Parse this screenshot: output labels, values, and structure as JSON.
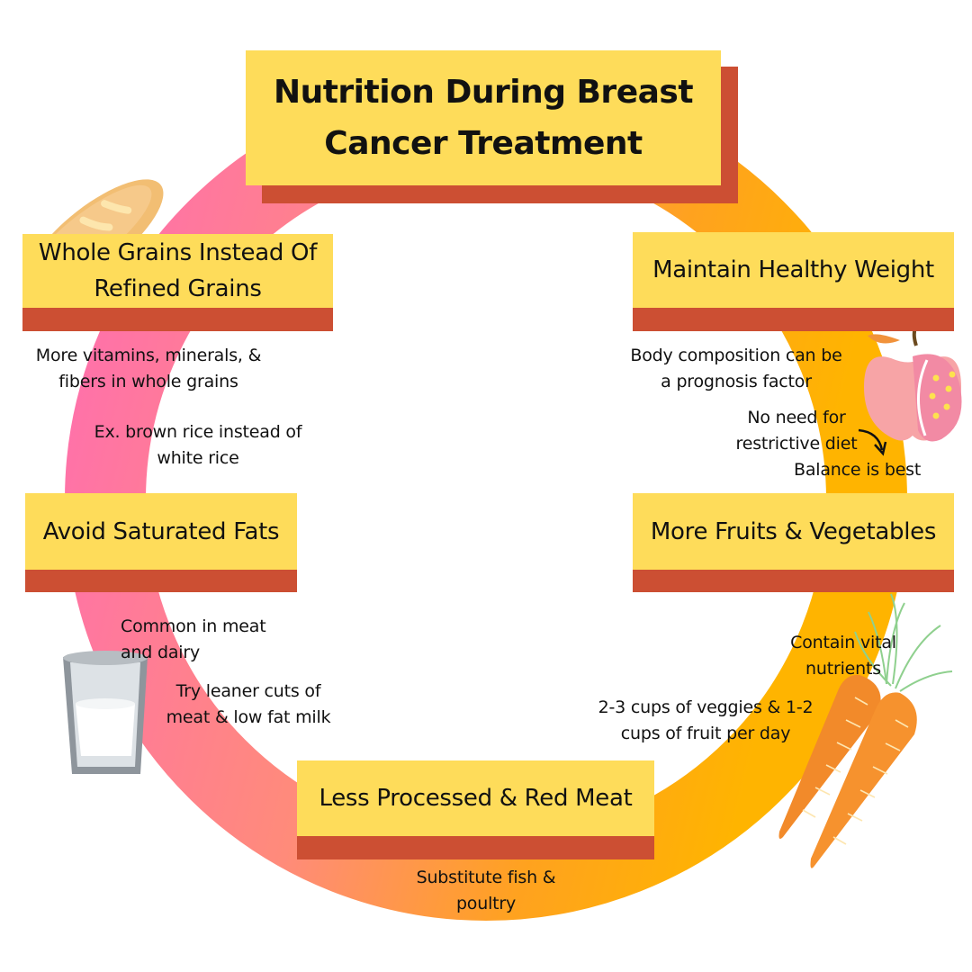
{
  "title": "Nutrition During Breast Cancer Treatment",
  "colors": {
    "box_fill": "#fedc5a",
    "box_shadow": "#cc4f33",
    "ring_pink": "#ff6fae",
    "ring_salmon": "#ff8b7a",
    "ring_orange": "#ffa21f",
    "ring_yellow": "#ffb400"
  },
  "sections": [
    {
      "heading": "Whole Grains Instead Of Refined Grains",
      "notes": [
        "More vitamins, minerals, & fibers in whole grains",
        "Ex. brown rice instead of white rice"
      ]
    },
    {
      "heading": "Maintain Healthy Weight",
      "notes": [
        "Body composition can be a prognosis factor",
        "No need for restrictive diet",
        "Balance is best"
      ]
    },
    {
      "heading": "Avoid Saturated Fats",
      "notes": [
        "Common in meat and dairy",
        "Try leaner cuts of meat & low fat milk"
      ]
    },
    {
      "heading": "More Fruits & Vegetables",
      "notes": [
        "Contain vital nutrients",
        "2-3 cups of veggies & 1-2 cups of fruit per day"
      ]
    },
    {
      "heading": "Less Processed & Red Meat",
      "notes": [
        "Substitute fish & poultry"
      ]
    }
  ],
  "icons": [
    "bread-icon",
    "apple-icon",
    "milk-glass-icon",
    "carrots-icon",
    "curved-arrow-icon"
  ]
}
